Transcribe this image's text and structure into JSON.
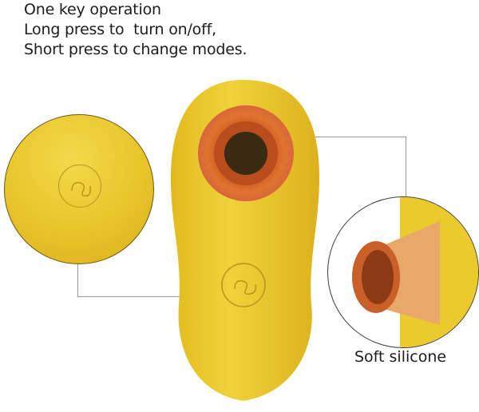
{
  "caption": {
    "line1": "One key operation",
    "line2": "Long press to  turn on/off,",
    "line3": "Short press to change modes."
  },
  "callouts": {
    "right_label": "Soft silicone"
  },
  "colors": {
    "body_yellow": "#e9c82a",
    "accent_orange": "#d9682a",
    "text": "#1c1c1c",
    "connector_line": "#9a9a9a"
  },
  "icons": {
    "power_button": "power-mode-button-icon"
  }
}
